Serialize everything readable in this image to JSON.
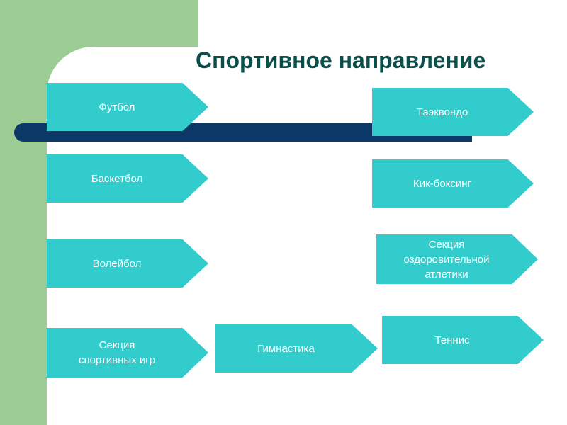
{
  "slide": {
    "title": "Спортивное направление"
  },
  "sections": {
    "left": [
      {
        "label": "Футбол"
      },
      {
        "label": "Баскетбол"
      },
      {
        "label": "Волейбол"
      },
      {
        "label": "Секция\nспортивных игр"
      }
    ],
    "middle": [
      {
        "label": "Гимнастика"
      }
    ],
    "right": [
      {
        "label": "Таэквондо"
      },
      {
        "label": "Кик-боксинг"
      },
      {
        "label": "Секция\nоздоровительной\nатлетики"
      },
      {
        "label": "Теннис"
      }
    ]
  },
  "colors": {
    "arrow_fill": "#33cccc",
    "title": "#0a4f49",
    "background_accent": "#9ccc94",
    "bar": "#0b3866"
  }
}
